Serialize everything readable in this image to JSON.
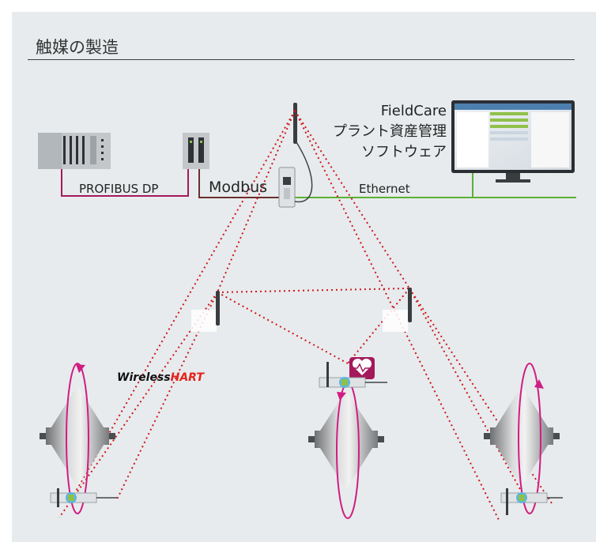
{
  "title": "触媒の製造",
  "fieldcare": {
    "line1": "FieldCare",
    "line2": "プラント資産管理",
    "line3": "ソフトウェア"
  },
  "networks": {
    "profibus": "PROFIBUS DP",
    "modbus": "Modbus",
    "ethernet": "Ethernet"
  },
  "brand": {
    "wireless": "Wireless",
    "hart": "HART"
  },
  "colors": {
    "background": "#e7ebed",
    "profibus_line": "#a3195b",
    "modbus_line": "#6b2e2e",
    "ethernet_line": "#5bb033",
    "wireless_link": "#d0151c",
    "rotation_arrow": "#d01d83",
    "hart_red": "#e3231b",
    "heartbeat_badge": "#a3195b"
  },
  "icons": [
    "plc-rack-icon",
    "io-module-icon",
    "wireless-gateway-icon",
    "antenna-icon",
    "repeater-icon",
    "monitor-icon",
    "heartbeat-icon",
    "vessel-icon",
    "rotation-arrow-icon",
    "flowmeter-icon"
  ]
}
